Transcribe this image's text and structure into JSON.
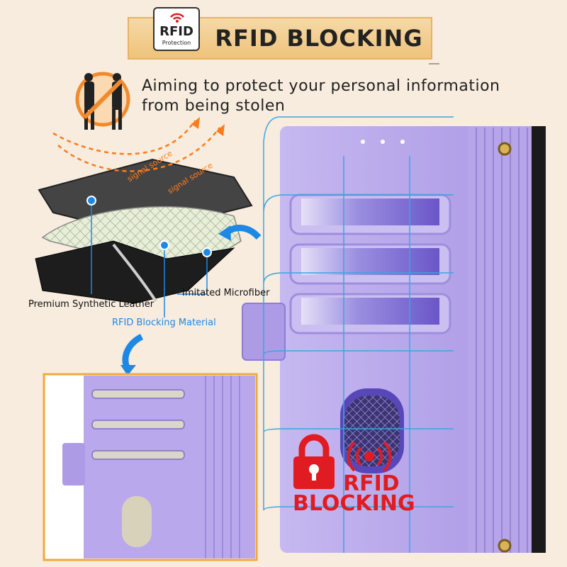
{
  "badge": {
    "main": "RFID",
    "sub": "Protection"
  },
  "banner_title": "RFID BLOCKING",
  "headline": [
    "Aiming to protect your personal information",
    "from being stolen"
  ],
  "signal_labels": [
    "signal source",
    "signal source"
  ],
  "layer_labels": {
    "leather": "Premium Synthetic Leather",
    "rfid": "RFID Blocking Material",
    "microfiber": "Imitated Microfiber"
  },
  "overlay": {
    "line1": "RFID",
    "line2": "BLOCKING"
  },
  "colors": {
    "accent_blue": "#1e88e5",
    "case_purple": "#b7a7ea",
    "warning_red": "#e11b22",
    "signal_orange": "#ff7b1a"
  },
  "icons": [
    "wifi-icon",
    "no-theft-icon",
    "arrow-icon",
    "lock-icon",
    "broadcast-icon"
  ]
}
